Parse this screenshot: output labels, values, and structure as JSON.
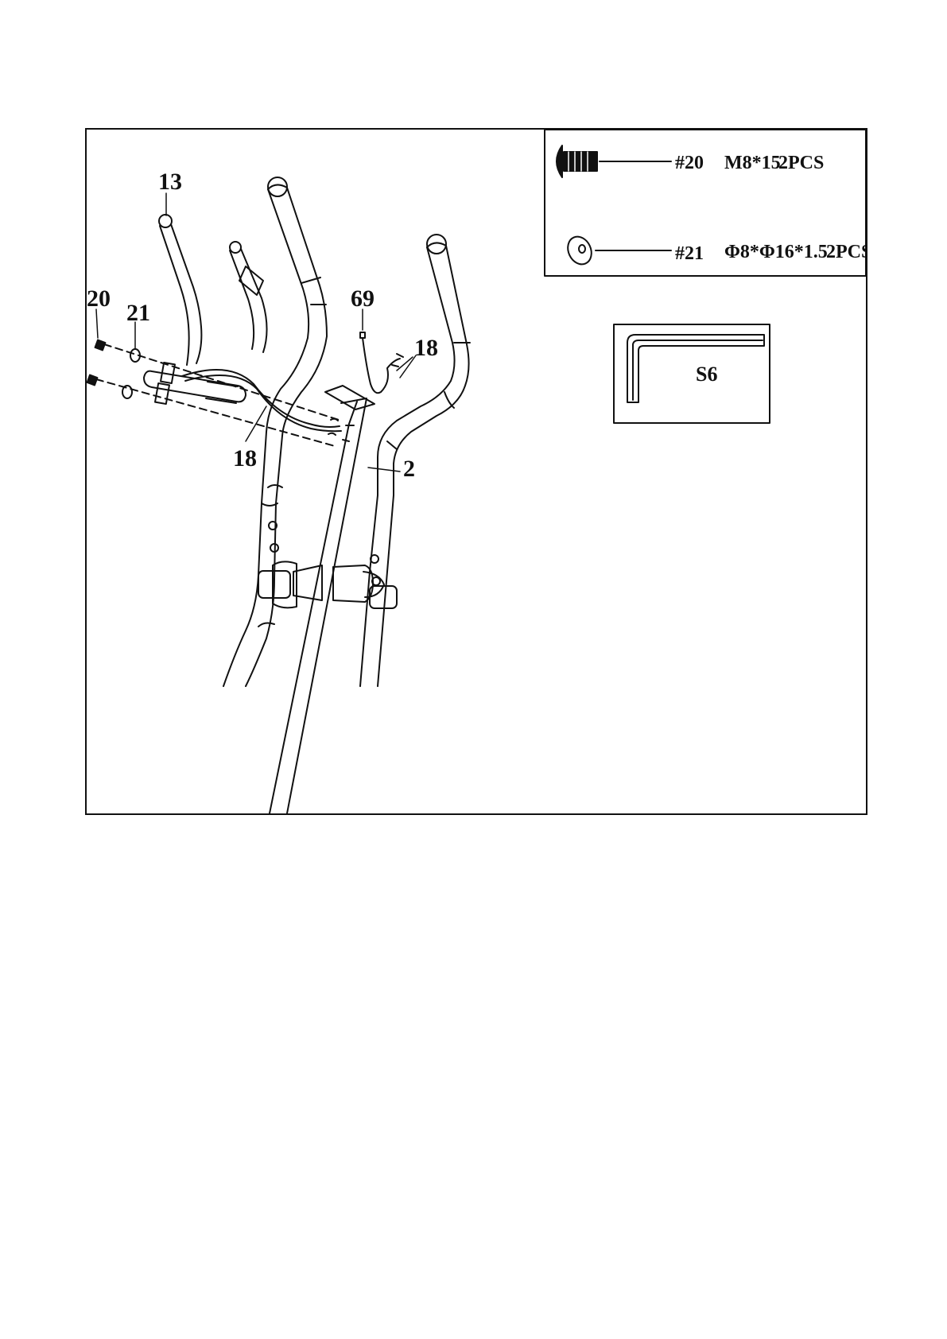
{
  "part_labels": {
    "p13": "13",
    "p20": "20",
    "p21": "21",
    "p69": "69",
    "p18_top": "18",
    "p18_mid": "18",
    "p2": "2"
  },
  "hardware": [
    {
      "id": "#20",
      "spec": "M8*15",
      "qty": "2PCS",
      "icon": "button-head-bolt-icon"
    },
    {
      "id": "#21",
      "spec": "Φ8*Φ16*1.5",
      "qty": "2PCS",
      "icon": "curved-washer-icon"
    }
  ],
  "tool": {
    "label": "S6",
    "icon": "allen-key-icon"
  }
}
